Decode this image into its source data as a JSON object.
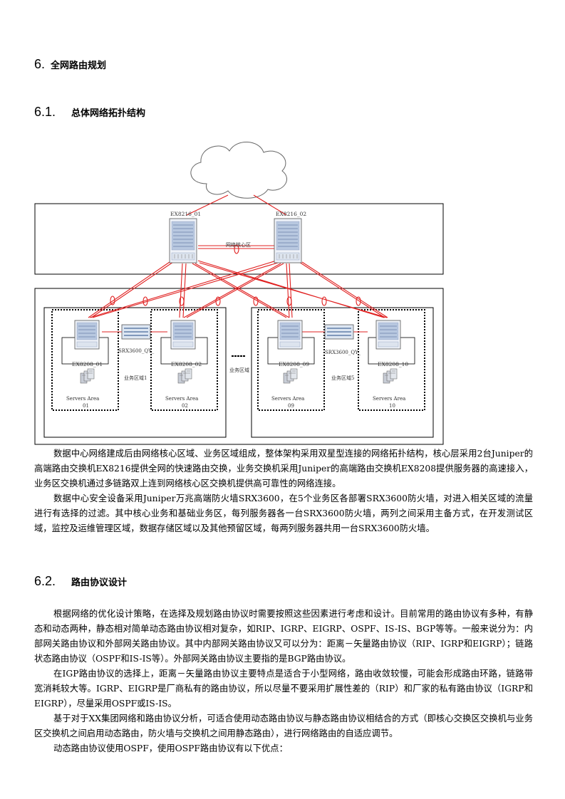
{
  "heading_6": {
    "num": "6.",
    "text": "全网路由规划"
  },
  "heading_6_1": {
    "num": "6.1.",
    "text": "总体网络拓扑结构"
  },
  "heading_6_2": {
    "num": "6.2.",
    "text": "路由协议设计"
  },
  "diagram": {
    "core_switch_1": "EX8216_01",
    "core_switch_2": "EX8216_02",
    "core_zone_label": "网络核心区",
    "access_switch_1": "EX8208_01",
    "access_switch_2": "EX8208_02",
    "access_switch_3": "EX8208_09",
    "access_switch_4": "EX8208_10",
    "firewall_1": "SRX3600_QY_",
    "firewall_2": "SRX3600_QY_",
    "zone_1": "业务区域1",
    "zone_5": "业务区域5",
    "zone_mid": "业务区域",
    "server_area_label": "Servers Area",
    "server_area_1": "01",
    "server_area_2": "02",
    "server_area_3": "09",
    "server_area_4": "10"
  },
  "paragraphs_6_1": [
    "数据中心网络建成后由网络核心区域、业务区域组成，整体架构采用双星型连接的网络拓扑结构，核心层采用2台Juniper的高端路由交换机EX8216提供全网的快速路由交换，业务交换机采用Juniper的高端路由交换机EX8208提供服务器的高速接入，业务区交换机通过多链路双上连到网络核心区交换机提供高可靠性的网络连接。",
    "数据中心安全设备采用Juniper万兆高端防火墙SRX3600，在5个业务区各部署SRX3600防火墙，对进入相关区域的流量进行有选择的过滤。其中核心业务和基础业务区，每列服务器各一台SRX3600防火墙，两列之间采用主备方式，在开发测试区域，监控及运维管理区域，数据存储区域以及其他预留区域，每两列服务器共用一台SRX3600防火墙。"
  ],
  "paragraphs_6_2": [
    "根据网络的优化设计策略，在选择及规划路由协议时需要按照这些因素进行考虑和设计。目前常用的路由协议有多种，有静态和动态两种，静态相对简单动态路由协议相对复杂，如RIP、IGRP、EIGRP、OSPF、IS-IS、BGP等等。一般来说分为：内部网关路由协议和外部网关路由协议。其中内部网关路由协议又可以分为：距离－矢量路由协议（RIP、IGRP和EIGRP）；链路状态路由协议（OSPF和IS-IS等）。外部网关路由协议主要指的是BGP路由协议。",
    "在IGP路由协议的选择上，距离－矢量路由协议主要特点是适合于小型网络，路由收敛较慢，可能会形成路由环路，链路带宽消耗较大等。IGRP、EIGRP是厂商私有的路由协议，所以尽量不要采用扩展性差的（RIP）和厂家的私有路由协议（IGRP和EIGRP），尽量采用OSPF或IS-IS。",
    "基于对于XX集团网络和路由协议分析，可适合使用动态路由协议与静态路由协议相结合的方式（即核心交换区交换机与业务区交换机之间启用动态路由，防火墙与交换机之间用静态路由），进行网络路由的自适应调节。",
    "动态路由协议使用OSPF，使用OSPF路由协议有以下优点："
  ]
}
